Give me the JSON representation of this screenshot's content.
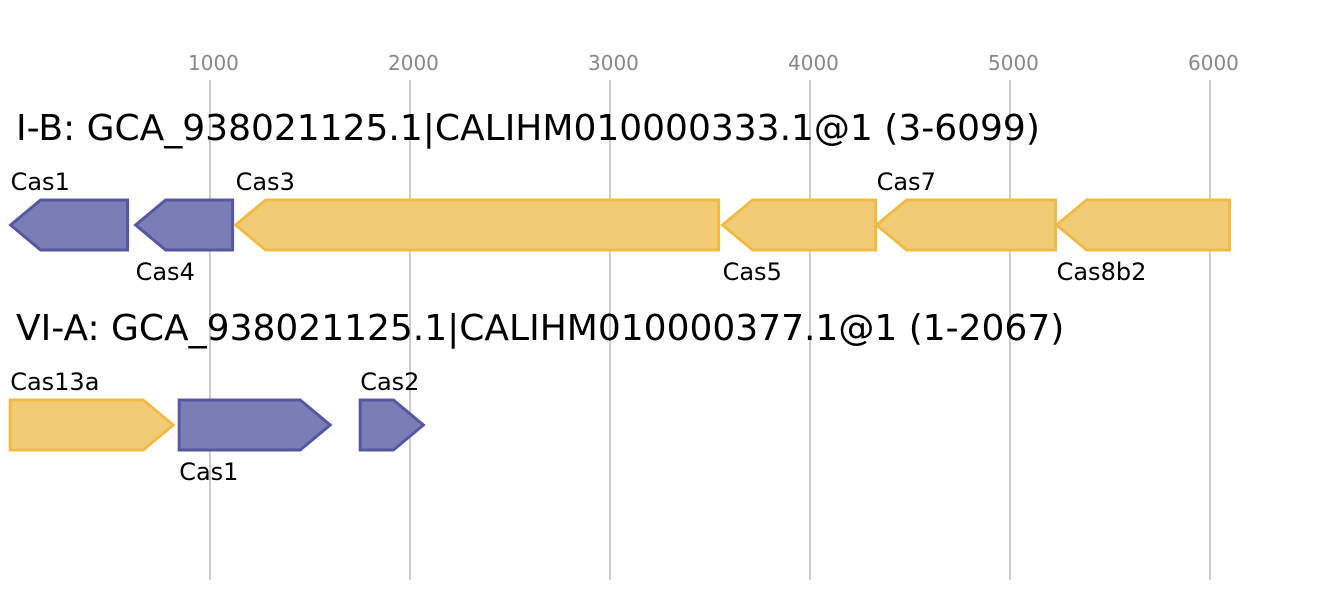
{
  "axis": {
    "ticks": [
      1000,
      2000,
      3000,
      4000,
      5000,
      6000
    ],
    "tick_labels": [
      "1000",
      "2000",
      "3000",
      "4000",
      "5000",
      "6000"
    ]
  },
  "colors": {
    "purple_fill": "#7b7db6",
    "purple_stroke": "#5558a0",
    "yellow_fill": "#f2cc74",
    "yellow_stroke": "#f0bb45",
    "gridline": "#bbbbbb"
  },
  "tracks": [
    {
      "title": "I-B: GCA_938021125.1|CALIHM010000333.1@1 (3-6099)",
      "genes": [
        {
          "name": "Cas1",
          "start": 3,
          "end": 588,
          "strand": "-",
          "color": "purple",
          "label_pos": "above"
        },
        {
          "name": "Cas4",
          "start": 628,
          "end": 1113,
          "strand": "-",
          "color": "purple",
          "label_pos": "below"
        },
        {
          "name": "Cas3",
          "start": 1128,
          "end": 3543,
          "strand": "-",
          "color": "yellow",
          "label_pos": "above"
        },
        {
          "name": "Cas5",
          "start": 3563,
          "end": 4328,
          "strand": "-",
          "color": "yellow",
          "label_pos": "below"
        },
        {
          "name": "Cas7",
          "start": 4333,
          "end": 5228,
          "strand": "-",
          "color": "yellow",
          "label_pos": "above"
        },
        {
          "name": "Cas8b2",
          "start": 5233,
          "end": 6098,
          "strand": "-",
          "color": "yellow",
          "label_pos": "below"
        }
      ]
    },
    {
      "title": "VI-A: GCA_938021125.1|CALIHM010000377.1@1 (1-2067)",
      "genes": [
        {
          "name": "Cas13a",
          "start": 1,
          "end": 816,
          "strand": "+",
          "color": "yellow",
          "label_pos": "above"
        },
        {
          "name": "Cas1",
          "start": 846,
          "end": 1601,
          "strand": "+",
          "color": "purple",
          "label_pos": "below"
        },
        {
          "name": "Cas2",
          "start": 1751,
          "end": 2067,
          "strand": "+",
          "color": "purple",
          "label_pos": "above"
        }
      ]
    }
  ]
}
